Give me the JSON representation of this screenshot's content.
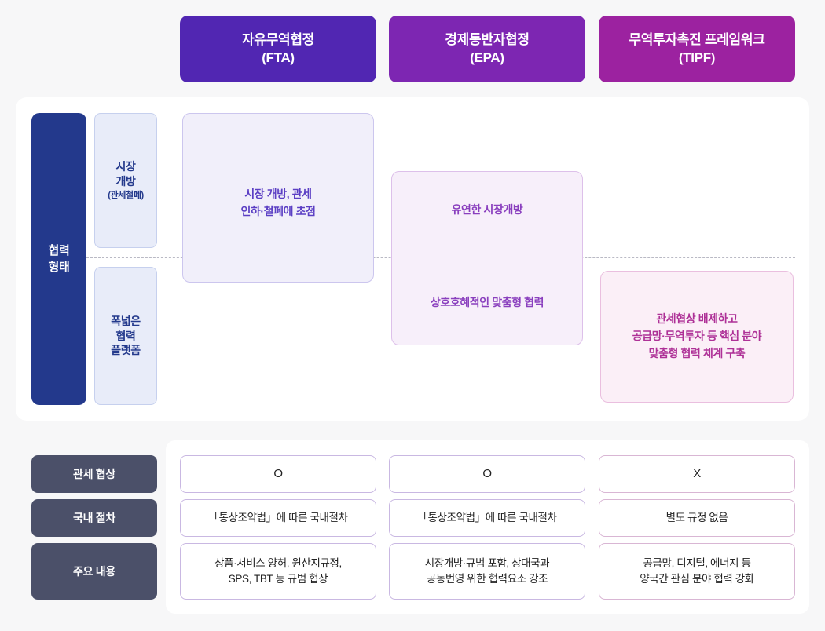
{
  "columns": [
    {
      "title": "자유무역협정",
      "abbr": "(FTA)",
      "color": "#5126b2"
    },
    {
      "title": "경제동반자협정",
      "abbr": "(EPA)",
      "color": "#7d26b2"
    },
    {
      "title": "무역투자촉진 프레임워크",
      "abbr": "(TIPF)",
      "color": "#9c22a0"
    }
  ],
  "matrix": {
    "group_label": "협력\n형태",
    "group_label_line1": "협력",
    "group_label_line2": "형태",
    "rows": [
      {
        "label_line1": "시장",
        "label_line2": "개방",
        "sub": "(관세철폐)"
      },
      {
        "label_line1": "폭넓은",
        "label_line2": "협력",
        "label_line3": "플랫폼",
        "sub": ""
      }
    ],
    "cells": {
      "fta": "시장 개방, 관세\n인하·철폐에 초점",
      "fta_line1": "시장 개방, 관세",
      "fta_line2": "인하·철폐에 초점",
      "epa_top": "유연한 시장개방",
      "epa_bottom": "상호호혜적인 맞춤형 협력",
      "tipf_line1": "관세협상 배제하고",
      "tipf_line2": "공급망·무역투자 등 핵심 분야",
      "tipf_line3": "맞춤형 협력 체계 구축"
    }
  },
  "comparison": {
    "row_labels": [
      "관세 협상",
      "국내 절차",
      "주요 내용"
    ],
    "rows": [
      {
        "label": "관세 협상",
        "values": [
          "O",
          "O",
          "X"
        ]
      },
      {
        "label": "국내 절차",
        "values": [
          "「통상조약법」에 따른 국내절차",
          "「통상조약법」에 따른 국내절차",
          "별도 규정 없음"
        ]
      },
      {
        "label": "주요 내용",
        "values": [
          "상품·서비스 양허, 원산지규정,\nSPS, TBT 등 규범 협상",
          "시장개방·규범 포함, 상대국과\n공동번영 위한 협력요소 강조",
          "공급망, 디지털, 에너지 등\n양국간 관심 분야 협력 강화"
        ],
        "lines": [
          [
            "상품·서비스 양허, 원산지규정,",
            "SPS, TBT 등 규범 협상"
          ],
          [
            "시장개방·규범 포함, 상대국과",
            "공동번영 위한 협력요소 강조"
          ],
          [
            "공급망, 디지털, 에너지 등",
            "양국간 관심 분야 협력 강화"
          ]
        ]
      }
    ]
  },
  "theme": {
    "page_background": "#f7f7f8",
    "panel_background": "#ffffff",
    "band_color": "#23398c",
    "row_label_background": "#e8ecf9",
    "bottom_label_background": "#4b5069",
    "divider_color": "#b9b9c4"
  }
}
